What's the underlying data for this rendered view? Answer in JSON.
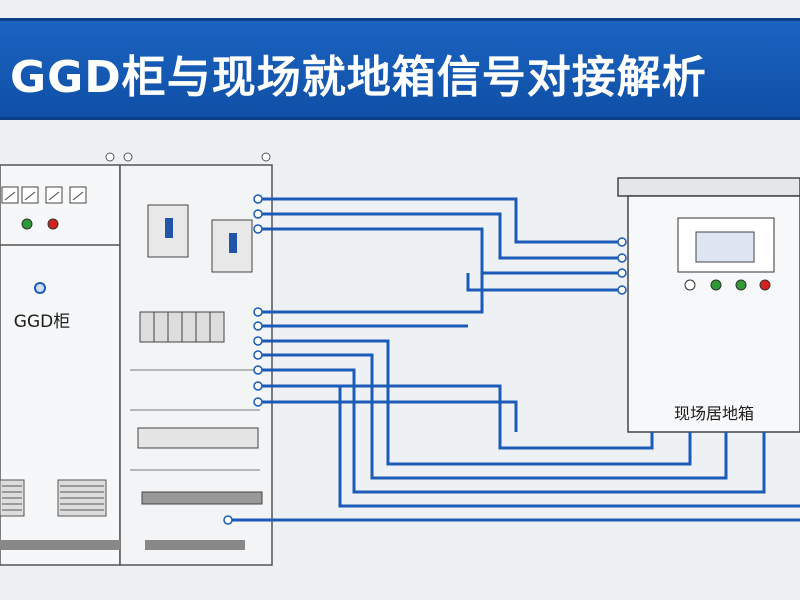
{
  "title": "GGD柜与现场就地箱信号对接解析",
  "cabinet": {
    "label": "GGD柜"
  },
  "field_box": {
    "label": "现场居地箱"
  },
  "colors": {
    "banner": "#145ab4",
    "wire": "#1c5ab8",
    "indicator_green": "#2e9a35",
    "indicator_red": "#d2231e",
    "indicator_white": "#ffffff"
  }
}
